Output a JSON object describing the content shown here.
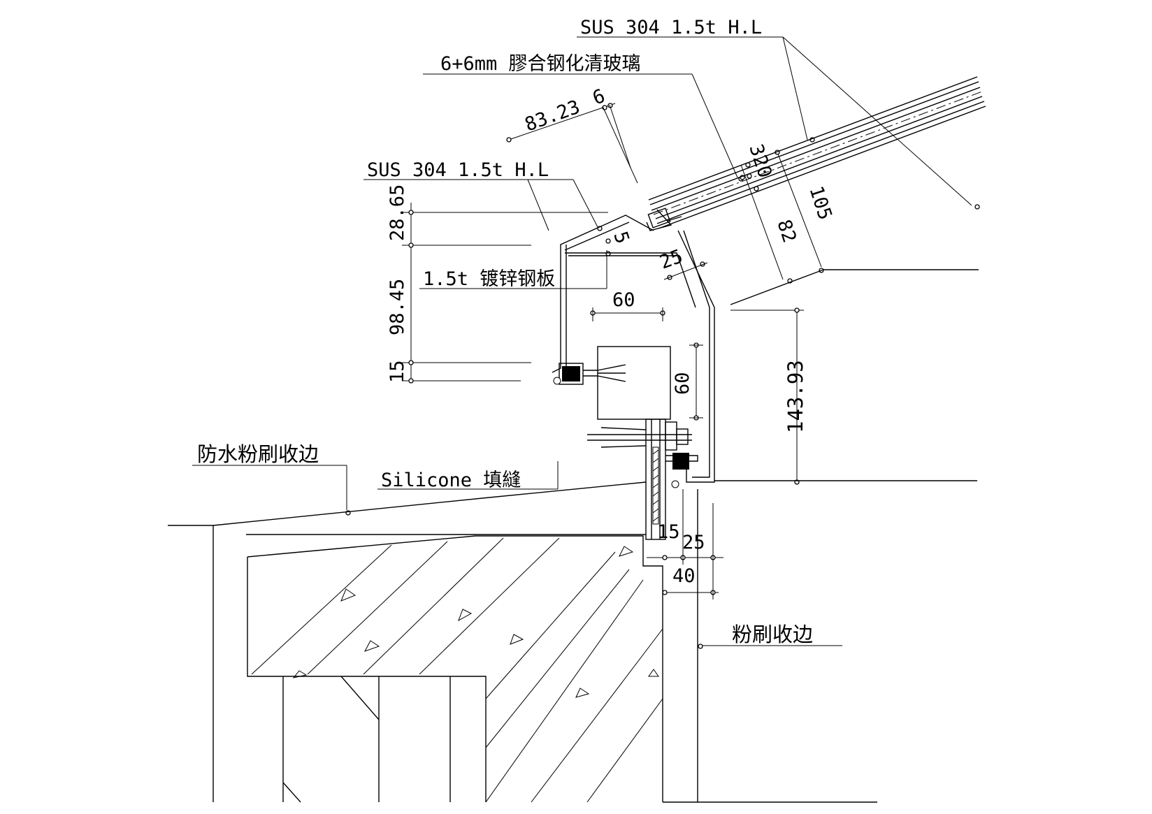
{
  "labels": {
    "sus_top": "SUS 304 1.5t H.L",
    "glass": "6+6mm 膠合钢化清玻璃",
    "sus_left": "SUS 304 1.5t H.L",
    "galvanized": "1.5t 镀锌钢板",
    "waterproof": "防水粉刷收边",
    "silicone": "Silicone 填縫",
    "plaster": "粉刷收边"
  },
  "dimensions": {
    "d_8323": "83.23",
    "d_6": "6",
    "d_320": "320",
    "d_105": "105",
    "d_82": "82",
    "d_25_top": "25",
    "d_5": "5",
    "d_60_h": "60",
    "d_60_v": "60",
    "d_14393": "143.93",
    "d_2865": "28.65",
    "d_9845": "98.45",
    "d_15_left": "15",
    "d_15_bottom": "15",
    "d_25_bottom": "25",
    "d_40": "40"
  }
}
